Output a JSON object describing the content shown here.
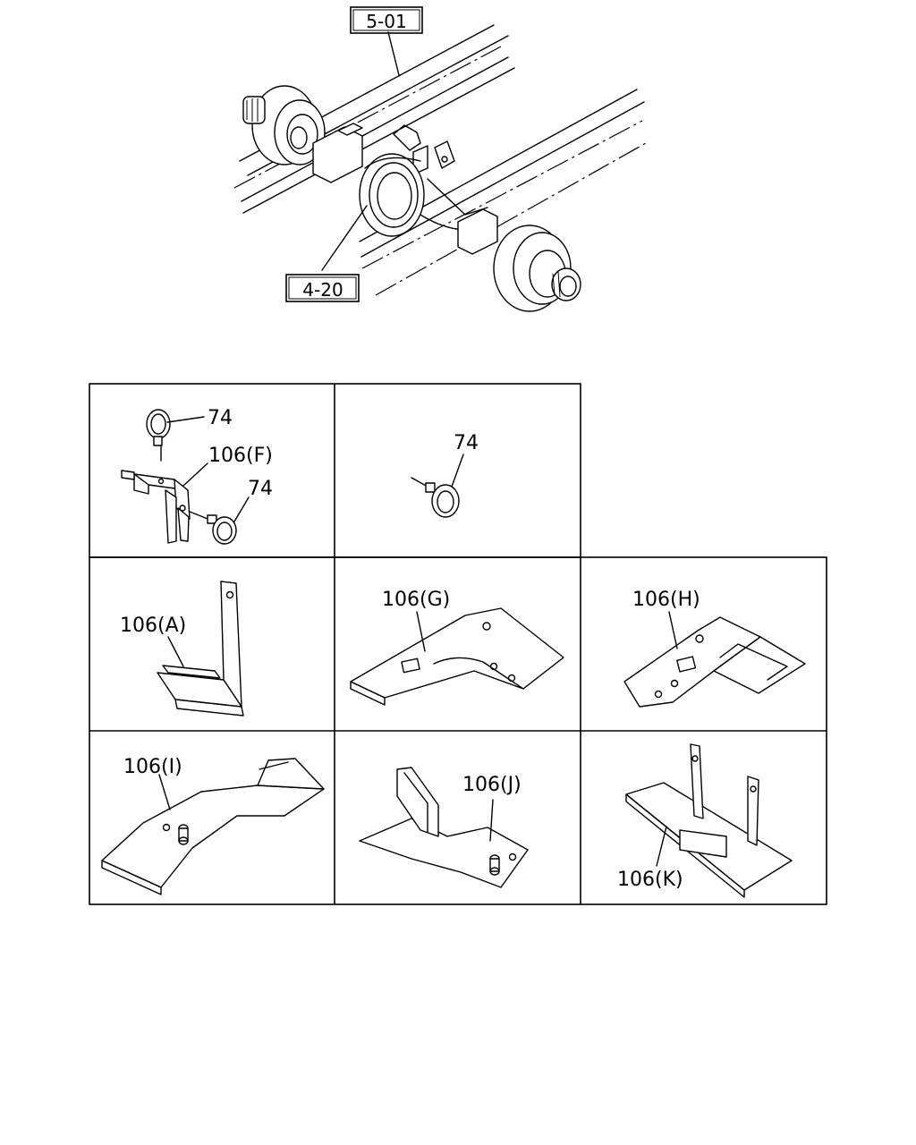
{
  "reference_boxes": {
    "upper_ref": "5-01",
    "lower_ref": "4-20"
  },
  "panels": [
    {
      "id": "panel-1",
      "labels": [
        "74",
        "106(F)",
        "74"
      ]
    },
    {
      "id": "panel-2",
      "labels": [
        "74"
      ]
    },
    {
      "id": "panel-3",
      "labels": [
        "106(A)"
      ]
    },
    {
      "id": "panel-4",
      "labels": [
        "106(G)"
      ]
    },
    {
      "id": "panel-5",
      "labels": [
        "106(H)"
      ]
    },
    {
      "id": "panel-6",
      "labels": [
        "106(I)"
      ]
    },
    {
      "id": "panel-7",
      "labels": [
        "106(J)"
      ]
    },
    {
      "id": "panel-8",
      "labels": [
        "106(K)"
      ]
    }
  ]
}
